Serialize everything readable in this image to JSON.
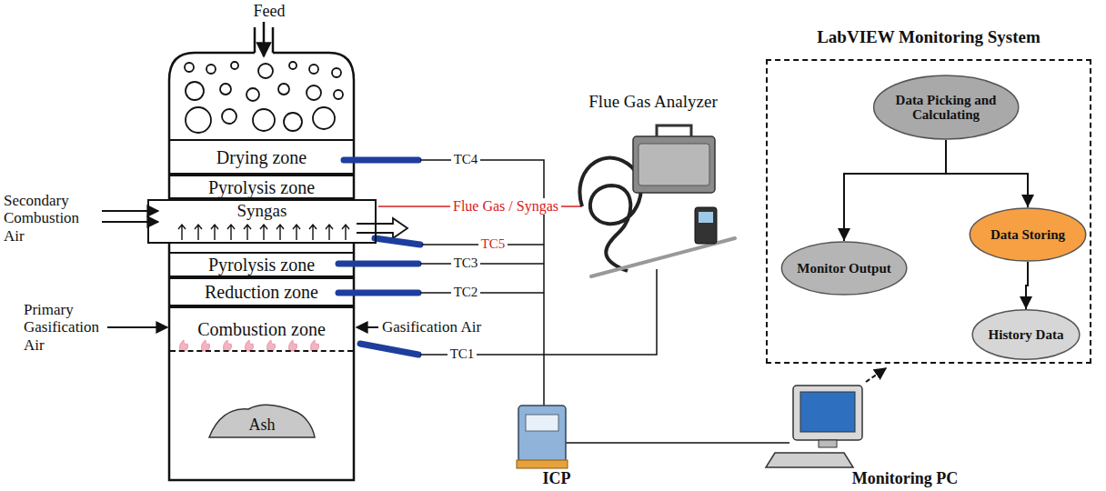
{
  "diagram": {
    "nodes": [
      {
        "text": [
          "Drying zone"
        ]
      },
      {
        "text": [
          "Pyrolysis zone"
        ]
      },
      {
        "text": [
          "Syngas"
        ]
      },
      {
        "text": [
          "Pyrolysis zone"
        ]
      },
      {
        "text": [
          "Reduction zone"
        ]
      },
      {
        "text": [
          "Combustion zone"
        ]
      },
      {
        "text": [
          "Ash"
        ]
      },
      {
        "text": [
          "LabVIEW Monitoring System"
        ]
      },
      {
        "text": [
          "Data Picking and Calculating"
        ],
        "in": 7
      },
      {
        "text": [
          "Monitor Output"
        ],
        "in": 7
      },
      {
        "text": [
          "Data Storing"
        ],
        "in": 7
      },
      {
        "text": [
          "History Data"
        ],
        "in": 7
      }
    ],
    "edges": [
      {
        "from": 8,
        "to": 9,
        "arrow": "to"
      },
      {
        "from": 8,
        "to": 10,
        "arrow": "to"
      },
      {
        "from": 10,
        "to": 11,
        "arrow": "to"
      }
    ],
    "labels": [
      "Feed",
      "Secondary Combustion Air",
      "Primary Gasification Air",
      "Gasification Air",
      "TC4",
      "Flue Gas / Syngas",
      "TC5",
      "TC3",
      "TC2",
      "TC1",
      "Flue Gas Analyzer",
      "ICP",
      "Monitoring PC"
    ]
  }
}
